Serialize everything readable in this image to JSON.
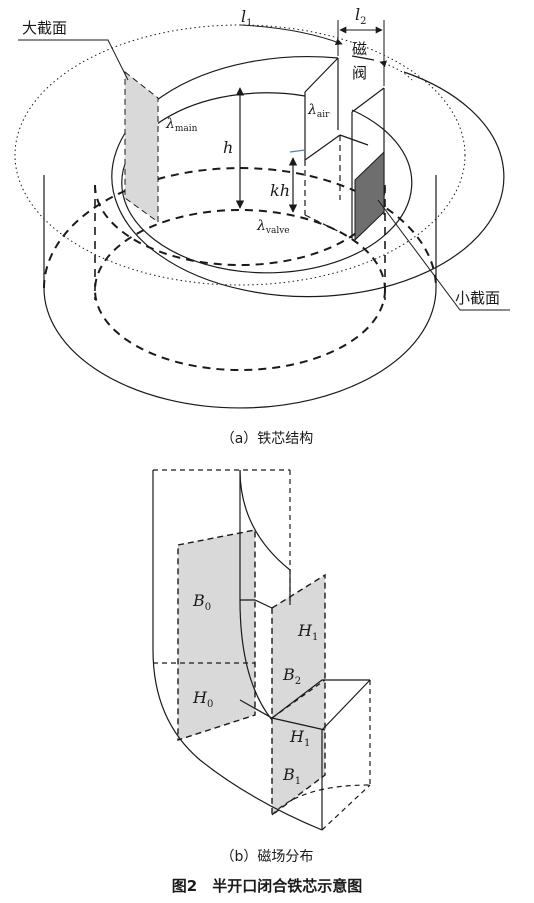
{
  "diagram_a": {
    "label_l1": "l",
    "label_l1_sub": "1",
    "label_l2": "l",
    "label_l2_sub": "2",
    "label_valve_line1": "磁",
    "label_valve_line2": "阀",
    "label_big_section": "大截面",
    "label_small_section": "小截面",
    "label_lambda_main": "λ",
    "label_lambda_main_sub": "main",
    "label_lambda_air": "λ",
    "label_lambda_air_sub": "air",
    "label_lambda_valve": "λ",
    "label_lambda_valve_sub": "valve",
    "label_h": "h",
    "label_kh": "kh",
    "caption": "（a）铁芯结构"
  },
  "diagram_b": {
    "label_B0": "B",
    "label_B0_sub": "0",
    "label_H0": "H",
    "label_H0_sub": "0",
    "label_H1_top": "H",
    "label_H1_top_sub": "1",
    "label_B2": "B",
    "label_B2_sub": "2",
    "label_H1_mid": "H",
    "label_H1_mid_sub": "1",
    "label_B1": "B",
    "label_B1_sub": "1",
    "caption": "（b）磁场分布"
  },
  "figure_title": "图2　半开口闭合铁芯示意图",
  "colors": {
    "line": "#1a1a1a",
    "light_gray_fill": "#d9d9d9",
    "dark_gray_fill": "#6e6e6e"
  }
}
